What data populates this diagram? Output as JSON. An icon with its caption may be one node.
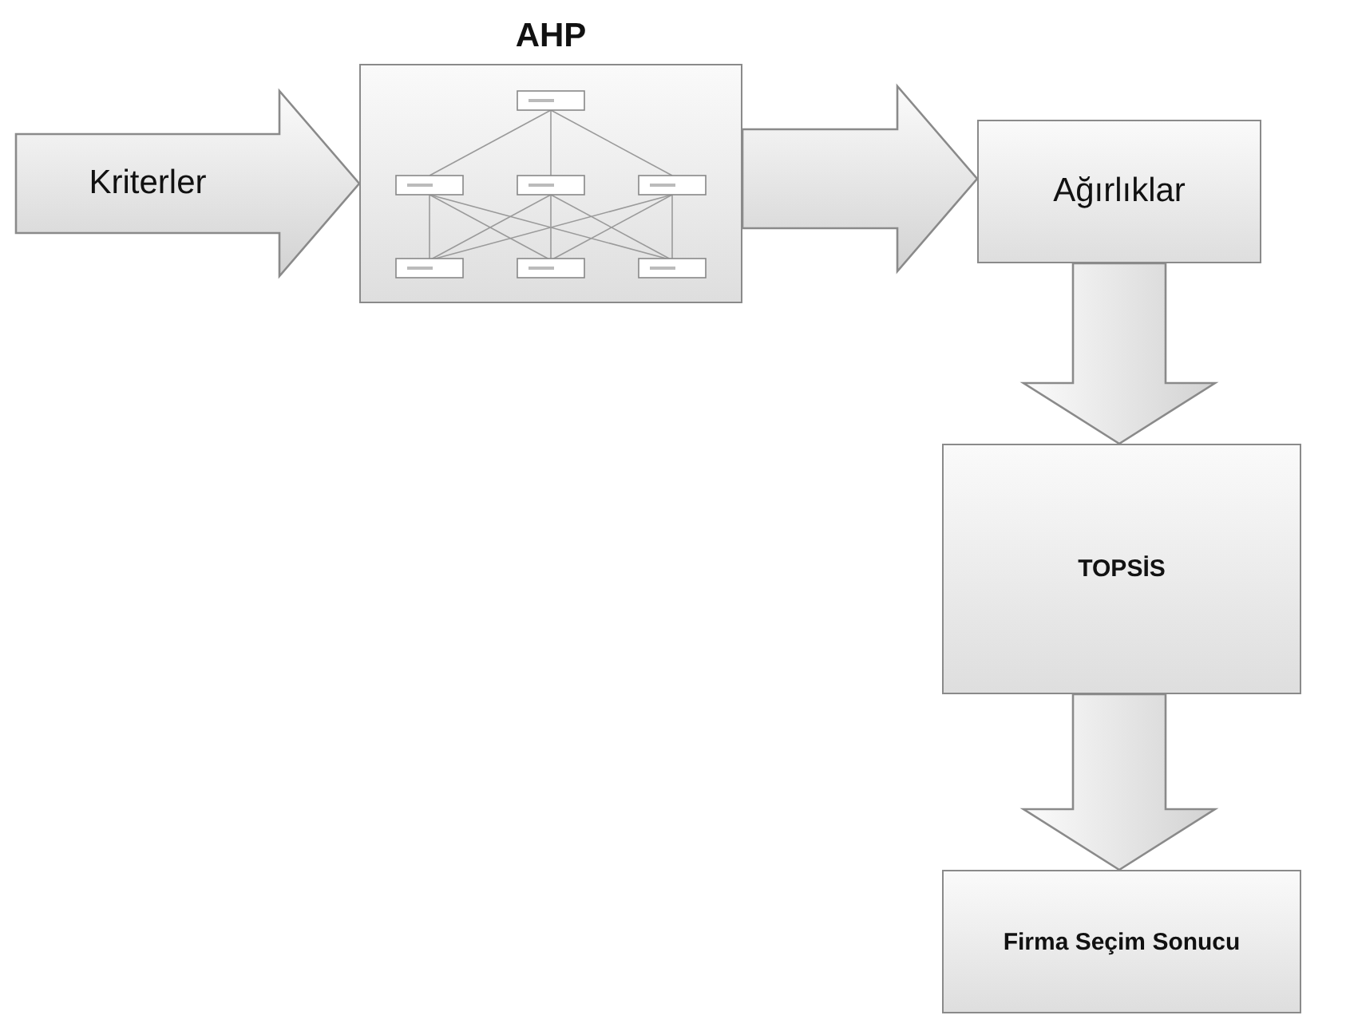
{
  "diagram": {
    "nodes": [
      {
        "text": [
          "AHP"
        ]
      },
      {
        "text": [
          "Ağırlıklar"
        ]
      },
      {
        "text": [
          "TOPSİS"
        ]
      },
      {
        "text": [
          "Firma Seçim Sonucu"
        ]
      }
    ],
    "edges": [
      {
        "from": null,
        "to": 0,
        "arrow": "to",
        "label": "Kriterler",
        "style": "thick"
      },
      {
        "from": 0,
        "to": 1,
        "arrow": "to",
        "style": "thick"
      },
      {
        "from": 1,
        "to": 2,
        "arrow": "to",
        "style": "thick"
      },
      {
        "from": 2,
        "to": 3,
        "arrow": "to",
        "style": "thick"
      }
    ]
  }
}
